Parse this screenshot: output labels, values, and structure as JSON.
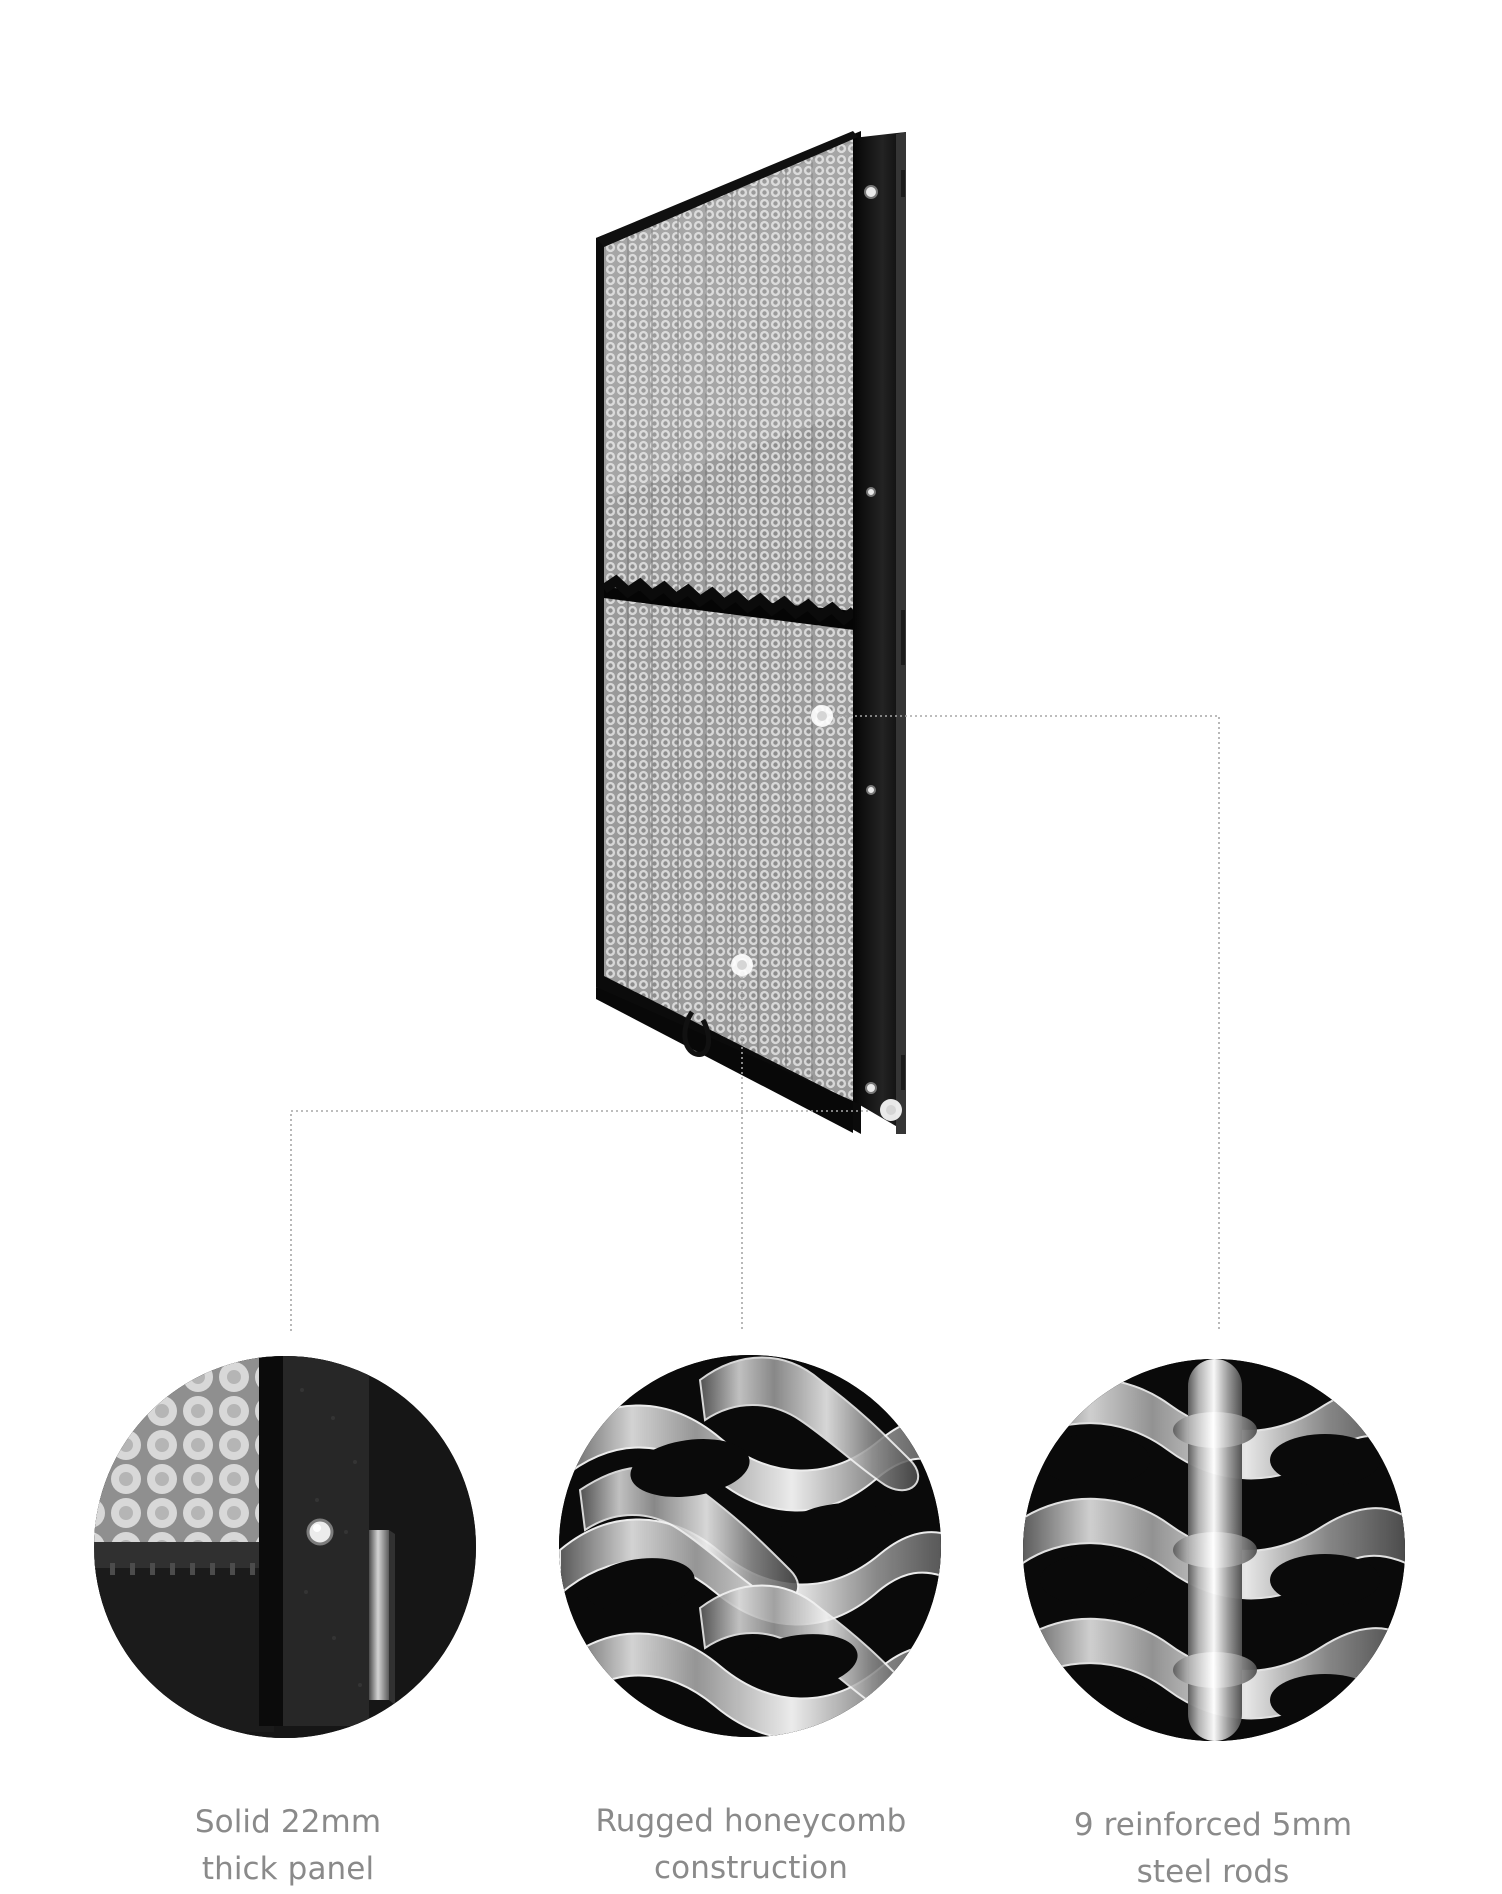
{
  "features": [
    {
      "caption_lines": [
        "Solid 22mm",
        "thick panel"
      ]
    },
    {
      "caption_lines": [
        "Rugged honeycomb",
        "construction"
      ]
    },
    {
      "caption_lines": [
        "9 reinforced 5mm",
        "steel rods"
      ]
    }
  ],
  "colors": {
    "background": "#ffffff",
    "caption": "#8a8a8a",
    "leader": "#a7a7a7",
    "frame": "#1d1d1d",
    "mesh": "#9f9f9f",
    "mesh_highlight": "#d8d8d8",
    "detail_dark": "#111111",
    "steel_light": "#dedede",
    "steel_mid": "#a8a8a8",
    "steel_dark": "#575757"
  }
}
